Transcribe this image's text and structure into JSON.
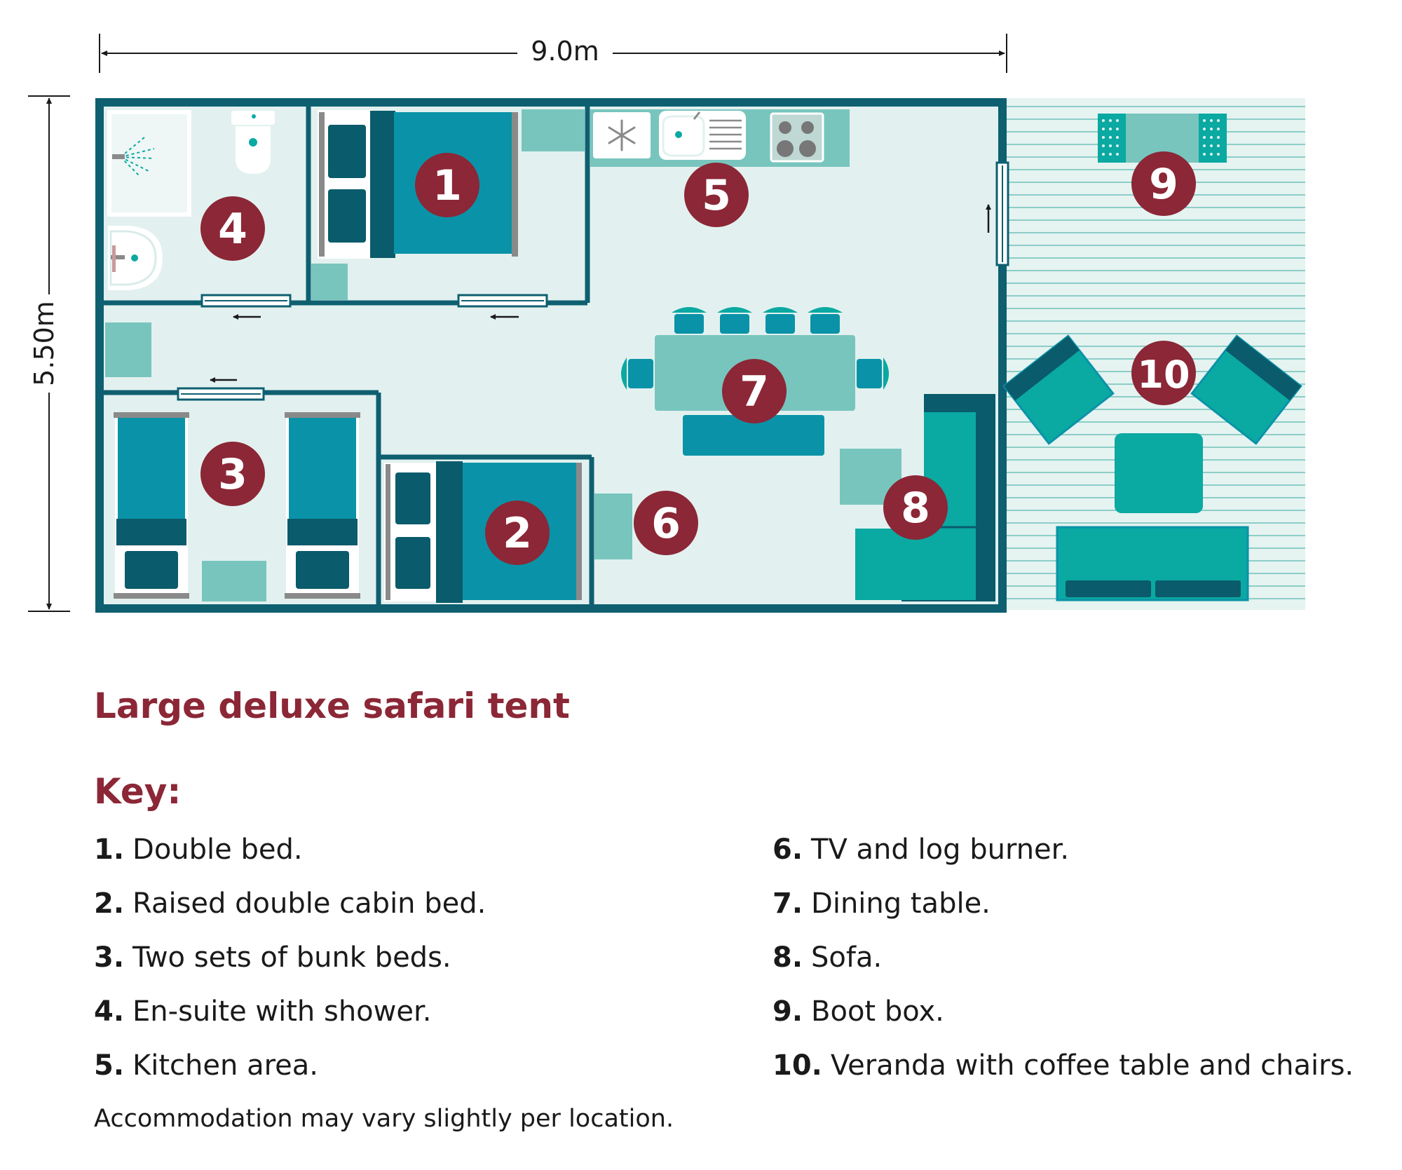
{
  "dimensions": {
    "width_label": "9.0m",
    "height_label": "5.50m"
  },
  "markers": [
    "1",
    "2",
    "3",
    "4",
    "5",
    "6",
    "7",
    "8",
    "9",
    "10"
  ],
  "title": "Large deluxe safari tent",
  "key": {
    "heading": "Key:",
    "items": [
      {
        "num": "1.",
        "label": "Double bed."
      },
      {
        "num": "2.",
        "label": "Raised double cabin bed."
      },
      {
        "num": "3.",
        "label": "Two sets of bunk beds."
      },
      {
        "num": "4.",
        "label": "En-suite with shower."
      },
      {
        "num": "5.",
        "label": "Kitchen area."
      },
      {
        "num": "6.",
        "label": "TV and log burner."
      },
      {
        "num": "7.",
        "label": "Dining table."
      },
      {
        "num": "8.",
        "label": "Sofa."
      },
      {
        "num": "9.",
        "label": "Boot box."
      },
      {
        "num": "10.",
        "label": "Veranda with coffee table and chairs."
      }
    ]
  },
  "note": "Accommodation may vary slightly per location.",
  "colors": {
    "wall": "#0e5f70",
    "floor": "#e2f1ef",
    "bed": "#0a93a8",
    "furniture": "#0aa9a2",
    "pale": "#78c5be",
    "dark": "#0a5b6b",
    "marker": "#8b2736",
    "text": "#1a1a1a"
  }
}
